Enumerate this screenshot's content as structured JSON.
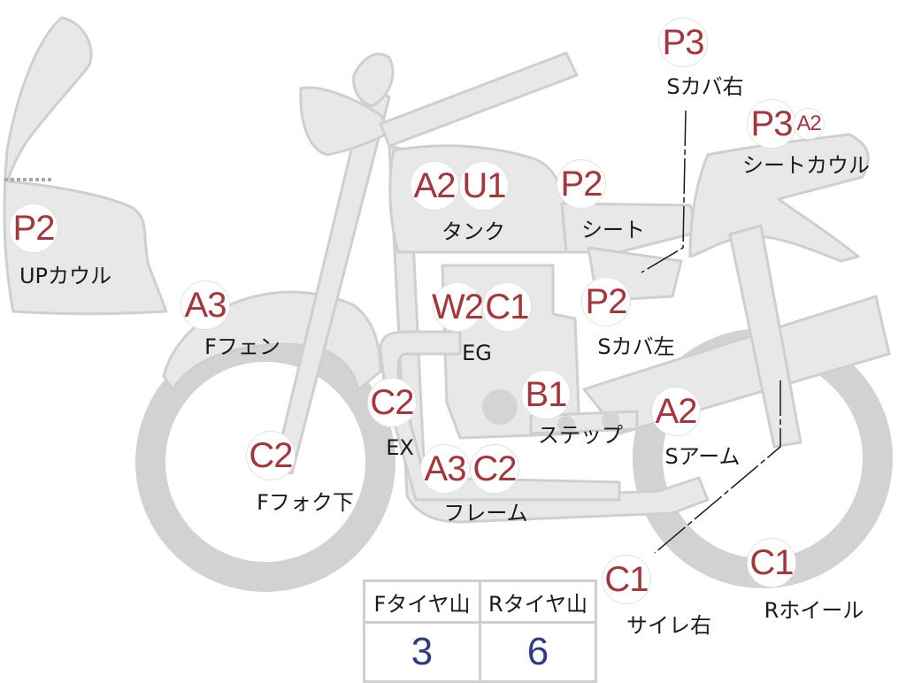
{
  "parts": [
    {
      "id": "up-cowl",
      "label": "UPカウル",
      "grades": [
        "P2"
      ]
    },
    {
      "id": "f-fender",
      "label": "Fフェン",
      "grades": [
        "A3"
      ]
    },
    {
      "id": "f-fork",
      "label": "Fフォク下",
      "grades": [
        "C2"
      ]
    },
    {
      "id": "exhaust",
      "label": "EX",
      "grades": [
        "C2"
      ]
    },
    {
      "id": "tank",
      "label": "タンク",
      "grades": [
        "A2",
        "U1"
      ]
    },
    {
      "id": "engine",
      "label": "EG",
      "grades": [
        "W2",
        "C1"
      ]
    },
    {
      "id": "seat",
      "label": "シート",
      "grades": [
        "P2"
      ]
    },
    {
      "id": "s-cover-l",
      "label": "Sカバ左",
      "grades": [
        "P2"
      ]
    },
    {
      "id": "step",
      "label": "ステップ",
      "grades": [
        "B1"
      ]
    },
    {
      "id": "frame",
      "label": "フレーム",
      "grades": [
        "A3",
        "C2"
      ]
    },
    {
      "id": "s-cover-r",
      "label": "Sカバ右",
      "grades": [
        "P3"
      ]
    },
    {
      "id": "seat-cowl",
      "label": "シートカウル",
      "grades": [
        "P3"
      ],
      "small_grade": "A2"
    },
    {
      "id": "s-arm",
      "label": "Sアーム",
      "grades": [
        "A2"
      ]
    },
    {
      "id": "muffler-r",
      "label": "サイレ右",
      "grades": [
        "C1"
      ]
    },
    {
      "id": "r-wheel",
      "label": "Rホイール",
      "grades": [
        "C1"
      ]
    }
  ],
  "tire_table": {
    "headers": [
      "Fタイヤ山",
      "Rタイヤ山"
    ],
    "values": [
      "3",
      "6"
    ]
  },
  "colors": {
    "grade_text": "#a4363c",
    "tire_value_text": "#2e3c84",
    "bike_fill": "#e8e8e8",
    "bike_stroke": "#cfcfcf"
  }
}
